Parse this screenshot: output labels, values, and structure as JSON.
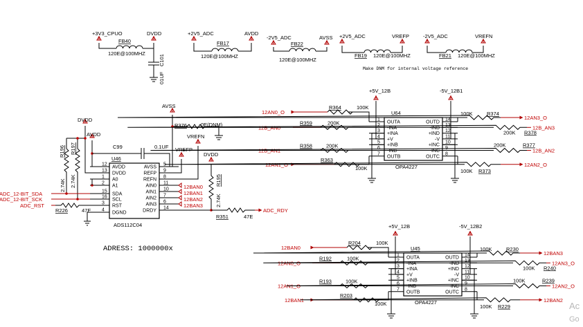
{
  "ferrites": {
    "fb40": {
      "ref": "FB40",
      "value": "120E@100MHZ",
      "left_net": "+3V3_CPUO",
      "right_net": "DVDD"
    },
    "c101": {
      "ref": "C101",
      "value": "01UF"
    },
    "fb17": {
      "ref": "FB17",
      "value": "120E@100MHZ",
      "left_net": "+2V5_ADC",
      "right_net": "AVDD"
    },
    "fb22": {
      "ref": "FB22",
      "value": "120E@100MHZ",
      "left_net": "-2V5_ADC",
      "right_net": "AVSS"
    },
    "fb19": {
      "ref": "FB19",
      "value": "120E@100MHZ",
      "left_net": "+2V5_ADC",
      "right_net": "VREFP"
    },
    "fb21": {
      "ref": "FB21",
      "value": "120E@100MHZ",
      "left_net": "-2V5_ADC",
      "right_net": "VREFN"
    }
  },
  "dnm_note": "Make DNM for internal voltage reference",
  "adc": {
    "ref": "U46",
    "part": "ADS112C04",
    "left_pins": [
      {
        "num": "12",
        "name": "AVDD"
      },
      {
        "num": "13",
        "name": "DVDD"
      },
      {
        "num": "1",
        "name": "A0"
      },
      {
        "num": "2",
        "name": "A1"
      },
      {
        "num": "15",
        "name": "SDA"
      },
      {
        "num": "16",
        "name": "SCL"
      },
      {
        "num": "3",
        "name": "RST"
      },
      {
        "num": "4",
        "name": "DGND"
      }
    ],
    "right_pins": [
      {
        "num": "5",
        "name": "AVSS"
      },
      {
        "num": "9",
        "name": "REFP"
      },
      {
        "num": "8",
        "name": "REFN"
      },
      {
        "num": "11",
        "name": "AIN0"
      },
      {
        "num": "10",
        "name": "AIN1"
      },
      {
        "num": "7",
        "name": "AIN2"
      },
      {
        "num": "6",
        "name": "AIN3"
      },
      {
        "num": "14",
        "name": "DRDY"
      }
    ],
    "nets": {
      "avss": "AVSS",
      "dvdd": "DVDD",
      "avdd": "AVDD",
      "vrefp": "VREFP",
      "vrefn": "VREFN",
      "dvdd2": "DVDD",
      "sda": "ADC_12-BIT_SDA",
      "sck": "ADC_12-BIT_SCK",
      "rst": "ADC_RST",
      "rdy": "ADC_RDY",
      "ban0": "12BAN0",
      "ban1": "12BAN1",
      "ban2": "12BAN2",
      "ban3": "12BAN3"
    },
    "parts": {
      "c99": "C99",
      "c99v": "0.1UF",
      "r376": "R376",
      "r376v": "0E(DNM)",
      "r196": "R196",
      "r196v": "2.74K",
      "r197": "R197",
      "r197v": "2.74K",
      "r226": "R226",
      "r226v": "47E",
      "r195": "R195",
      "r195v": "2.74K",
      "r351": "R351",
      "r351v": "47E"
    },
    "address": "ADRESS: 1000000x"
  },
  "opamps": [
    {
      "ref": "U64",
      "part": "OPA4227",
      "vpos": "+5V_12B",
      "vneg": "-5V_12B1",
      "left_pins": [
        {
          "num": "1",
          "name": "OUTA"
        },
        {
          "num": "2",
          "name": "-INA"
        },
        {
          "num": "3",
          "name": "+INA"
        },
        {
          "num": "4",
          "name": "+V"
        },
        {
          "num": "5",
          "name": "+INB"
        },
        {
          "num": "6",
          "name": "-INB"
        },
        {
          "num": "7",
          "name": "OUTB"
        }
      ],
      "right_pins": [
        {
          "num": "14",
          "name": "OUTD"
        },
        {
          "num": "13",
          "name": "-IND"
        },
        {
          "num": "12",
          "name": "+IND"
        },
        {
          "num": "11",
          "name": "-V"
        },
        {
          "num": "10",
          "name": "+INC"
        },
        {
          "num": "9",
          "name": "-INC"
        },
        {
          "num": "8",
          "name": "OUTC"
        }
      ],
      "labels": {
        "out_a": "12AN0_O",
        "in_a": "12B_AN0",
        "r_a_in": "R359",
        "r_a_fb": "R364",
        "r_a_fbv": "100K",
        "r_a_inv": "200K",
        "in_b": "12B_AN1",
        "out_b": "12AN1_O",
        "r_b_in": "R358",
        "r_b_inv": "200K",
        "r_b_fb": "R363",
        "r_b_fbv": "100K",
        "out_d": "12AN3_O",
        "in_d": "12B_AN3",
        "r_d_fb": "R374",
        "r_d_fbv": "100K",
        "r_d_in": "R378",
        "r_d_inv": "200K",
        "in_c": "12B_AN2",
        "out_c": "12AN2_O",
        "r_c_in": "R377",
        "r_c_inv": "200K",
        "r_c_fb": "R373",
        "r_c_fbv": "100K"
      }
    },
    {
      "ref": "U45",
      "part": "OPA4227",
      "vpos": "+5V_12B",
      "vneg": "-5V_12B2",
      "left_pins": [
        {
          "num": "1",
          "name": "OUTA"
        },
        {
          "num": "2",
          "name": "-INA"
        },
        {
          "num": "3",
          "name": "+INA"
        },
        {
          "num": "4",
          "name": "+V"
        },
        {
          "num": "5",
          "name": "+INB"
        },
        {
          "num": "6",
          "name": "-INB"
        },
        {
          "num": "7",
          "name": "OUTB"
        }
      ],
      "right_pins": [
        {
          "num": "14",
          "name": "OUTD"
        },
        {
          "num": "13",
          "name": "-IND"
        },
        {
          "num": "12",
          "name": "+IND"
        },
        {
          "num": "11",
          "name": "-V"
        },
        {
          "num": "10",
          "name": "+INC"
        },
        {
          "num": "9",
          "name": "-INC"
        },
        {
          "num": "8",
          "name": "OUTC"
        }
      ],
      "labels": {
        "out_a": "12BAN0",
        "in_a": "12AN0_O",
        "r_a_in": "R192",
        "r_a_inv": "100K",
        "r_a_fb": "R204",
        "r_a_fbv": "100K",
        "in_b": "12AN1_O",
        "r_b_in": "R193",
        "r_b_inv": "100K",
        "r_b_fb": "R203",
        "out_b": "12BAN1",
        "r_b_fbv": "100K",
        "out_d": "12BAN3",
        "r_d_fb": "R230",
        "r_d_fbv": "100K",
        "in_d": "12AN3_O",
        "r_d_in": "R240",
        "r_d_inv": "100K",
        "in_c": "12AN2_O",
        "r_c_in": "R239",
        "r_c_inv": "100K",
        "out_c": "12BAN2",
        "r_c_fb": "R229",
        "r_c_fbv": "100K"
      }
    }
  ],
  "watermark": [
    "Ac",
    "Go"
  ]
}
